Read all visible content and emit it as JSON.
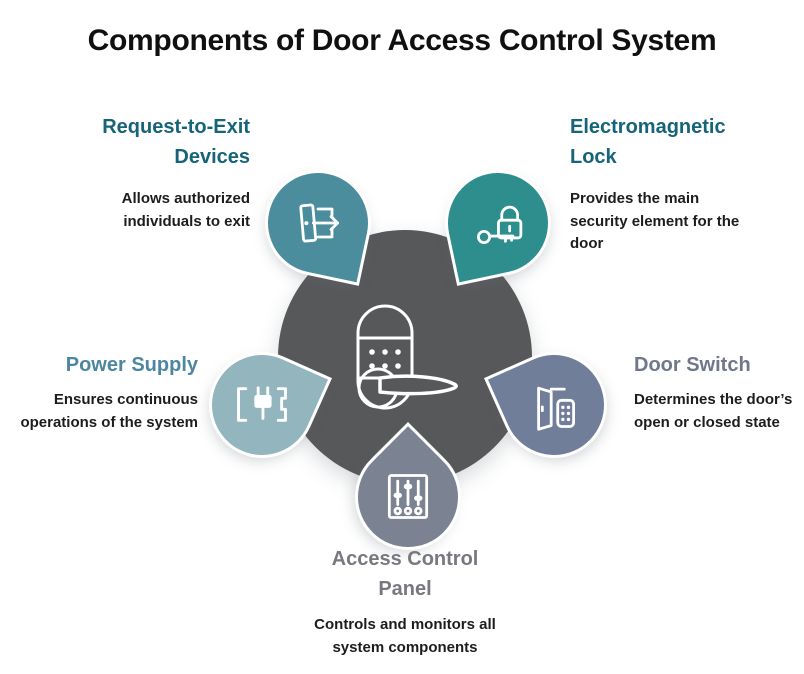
{
  "title": "Components of Door Access Control System",
  "center": {
    "icon": "smart-door-lock-icon",
    "color": "#57585A"
  },
  "components": [
    {
      "id": "request-to-exit-devices",
      "label": "Request-to-Exit Devices",
      "description": "Allows authorized individuals to exit",
      "icon": "door-exit-arrow-icon",
      "petal_color": "#4B8C9D",
      "heading_color": "#16647A"
    },
    {
      "id": "electromagnetic-lock",
      "label": "Electromagnetic Lock",
      "description": "Provides the main security element for the door",
      "icon": "padlock-key-icon",
      "petal_color": "#2E8D8D",
      "heading_color": "#16647A"
    },
    {
      "id": "power-supply",
      "label": "Power Supply",
      "description": "Ensures continuous operations of the system",
      "icon": "power-plug-icon",
      "petal_color": "#92B5BE",
      "heading_color": "#4C86A0"
    },
    {
      "id": "door-switch",
      "label": "Door Switch",
      "description": "Determines the door’s open or closed state",
      "icon": "door-and-switch-panel-icon",
      "petal_color": "#707E9A",
      "heading_color": "#6F7789"
    },
    {
      "id": "access-control-panel",
      "label": "Access Control Panel",
      "description": "Controls and monitors all system components",
      "icon": "control-panel-sliders-icon",
      "petal_color": "#7B8292",
      "heading_color": "#77797E"
    }
  ]
}
